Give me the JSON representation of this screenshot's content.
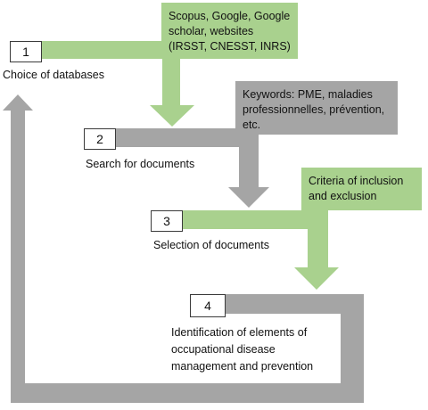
{
  "colors": {
    "green": "#a9d18e",
    "gray": "#a5a5a5",
    "box_border": "#3a3a3a"
  },
  "steps": [
    {
      "number": "1",
      "label": "Choice of databases"
    },
    {
      "number": "2",
      "label": "Search for documents"
    },
    {
      "number": "3",
      "label": "Selection of documents"
    },
    {
      "number": "4",
      "label": "Identification of elements of occupational disease management and prevention"
    }
  ],
  "notes": [
    {
      "text": "Scopus, Google, Google scholar, websites (IRSST, CNESST, INRS)",
      "color": "green"
    },
    {
      "text": "Keywords: PME, maladies professionnelles, prévention, etc.",
      "color": "gray"
    },
    {
      "text": "Criteria of inclusion and exclusion",
      "color": "green"
    }
  ]
}
